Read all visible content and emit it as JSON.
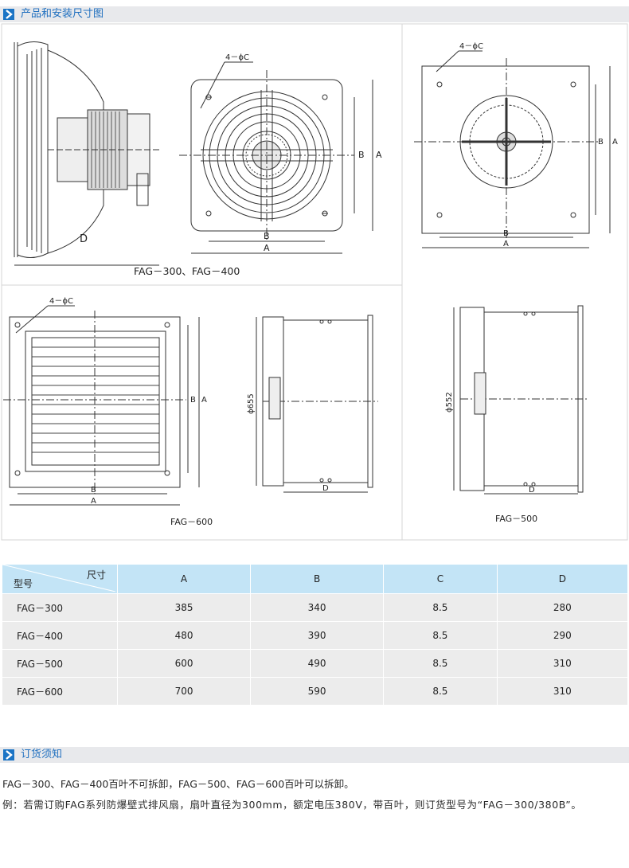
{
  "section1": {
    "title": "产品和安装尺寸图",
    "icon": "chevron-right-icon"
  },
  "drawings": {
    "labels": {
      "hole_note": "4－ϕC",
      "dim_a": "A",
      "dim_b": "B",
      "dim_d": "D",
      "dia_655": "ϕ655",
      "dia_552": "ϕ552"
    },
    "captions": {
      "fag300_400": "FAG－300、FAG－400",
      "fag600": "FAG－600",
      "fag500": "FAG－500"
    }
  },
  "table": {
    "corner_top": "尺寸",
    "corner_bottom": "型号",
    "headers": [
      "A",
      "B",
      "C",
      "D"
    ],
    "rows": [
      {
        "model": "FAG－300",
        "values": [
          "385",
          "340",
          "8.5",
          "280"
        ]
      },
      {
        "model": "FAG－400",
        "values": [
          "480",
          "390",
          "8.5",
          "290"
        ]
      },
      {
        "model": "FAG－500",
        "values": [
          "600",
          "490",
          "8.5",
          "310"
        ]
      },
      {
        "model": "FAG－600",
        "values": [
          "700",
          "590",
          "8.5",
          "310"
        ]
      }
    ]
  },
  "section2": {
    "title": "订货须知",
    "icon": "chevron-right-icon"
  },
  "notes": {
    "line1": "FAG－300、FAG－400百叶不可拆卸，FAG－500、FAG－600百叶可以拆卸。",
    "line2": "例：若需订购FAG系列防爆壁式排风扇，扇叶直径为300mm，额定电压380V，带百叶，则订货型号为“FAG－300/380B”。"
  },
  "colors": {
    "accent": "#1b74c5",
    "header_bg": "#c3e4f6",
    "row_bg": "#ececec",
    "bar_bg": "#e8e9ec"
  }
}
